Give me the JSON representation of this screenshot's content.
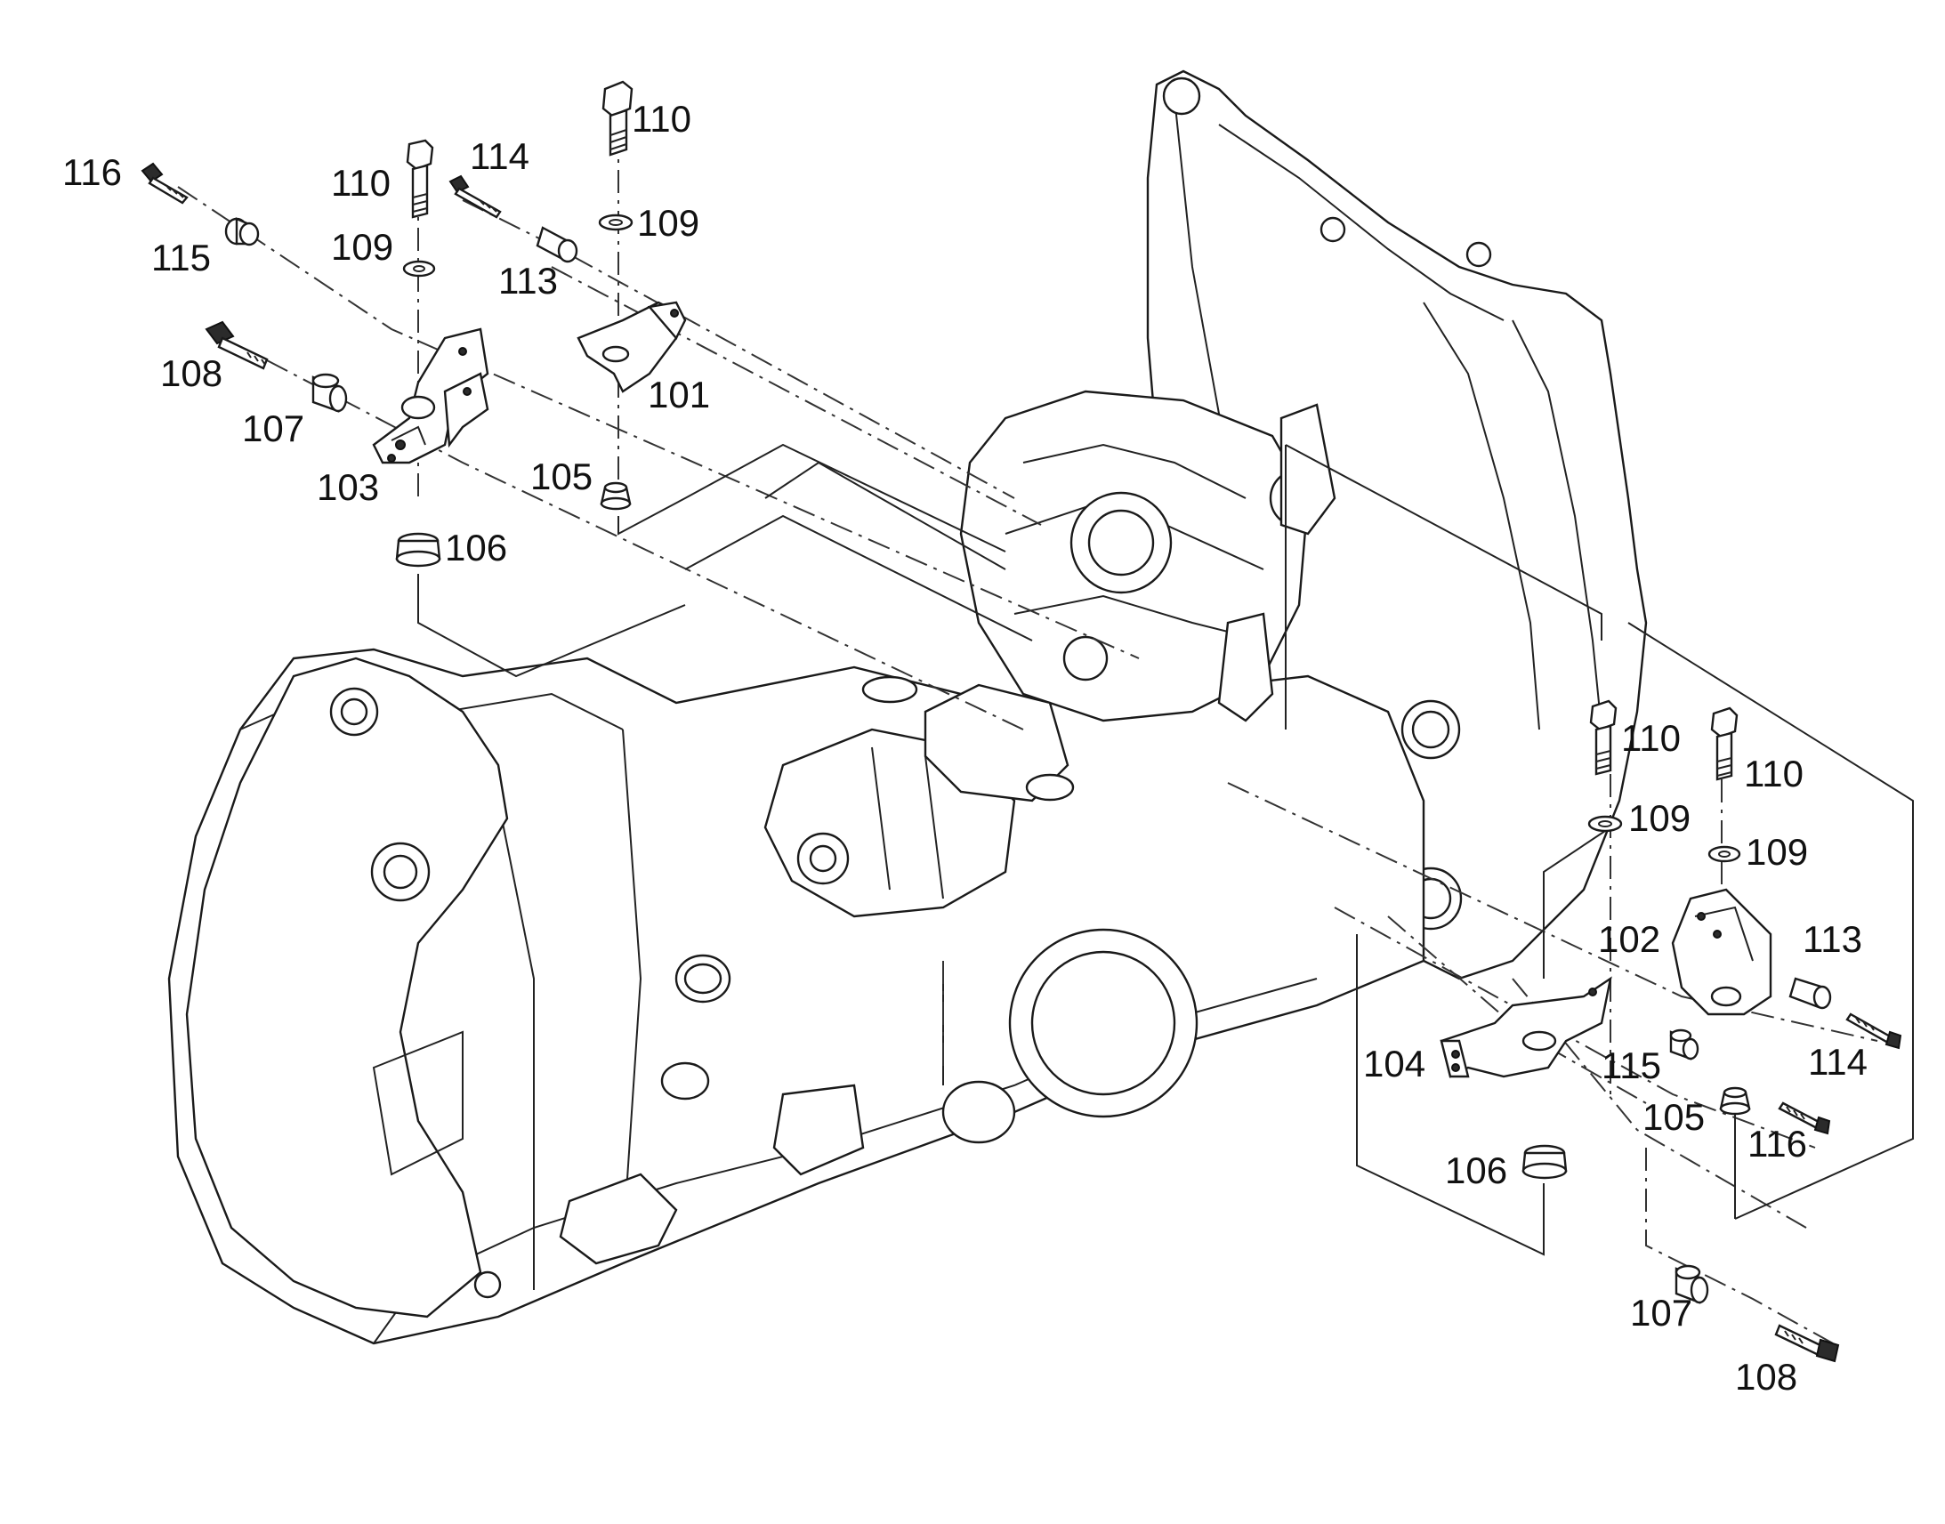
{
  "diagram": {
    "callouts": [
      {
        "id": "c-116-left",
        "text": "116"
      },
      {
        "id": "c-115-left",
        "text": "115"
      },
      {
        "id": "c-110-a",
        "text": "110"
      },
      {
        "id": "c-109-a",
        "text": "109"
      },
      {
        "id": "c-114-left",
        "text": "114"
      },
      {
        "id": "c-113-left",
        "text": "113"
      },
      {
        "id": "c-110-b",
        "text": "110"
      },
      {
        "id": "c-109-b",
        "text": "109"
      },
      {
        "id": "c-108-left",
        "text": "108"
      },
      {
        "id": "c-107-left",
        "text": "107"
      },
      {
        "id": "c-101",
        "text": "101"
      },
      {
        "id": "c-103",
        "text": "103"
      },
      {
        "id": "c-105-left",
        "text": "105"
      },
      {
        "id": "c-106-left",
        "text": "106"
      },
      {
        "id": "c-110-c",
        "text": "110"
      },
      {
        "id": "c-110-d",
        "text": "110"
      },
      {
        "id": "c-109-c",
        "text": "109"
      },
      {
        "id": "c-109-d",
        "text": "109"
      },
      {
        "id": "c-102",
        "text": "102"
      },
      {
        "id": "c-113-right",
        "text": "113"
      },
      {
        "id": "c-104",
        "text": "104"
      },
      {
        "id": "c-115-right",
        "text": "115"
      },
      {
        "id": "c-114-right",
        "text": "114"
      },
      {
        "id": "c-105-right",
        "text": "105"
      },
      {
        "id": "c-116-right",
        "text": "116"
      },
      {
        "id": "c-106-right",
        "text": "106"
      },
      {
        "id": "c-107-right",
        "text": "107"
      },
      {
        "id": "c-108-right",
        "text": "108"
      }
    ]
  }
}
